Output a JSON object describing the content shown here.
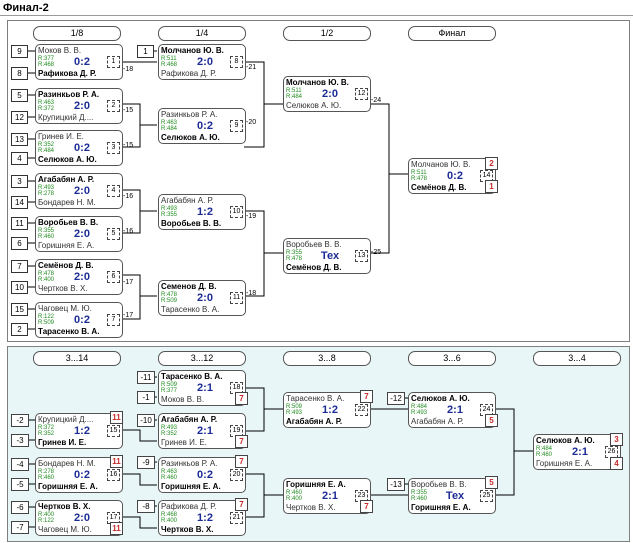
{
  "page_title": "Финал-2",
  "main_rounds": [
    "1/8",
    "1/4",
    "1/2",
    "Финал"
  ],
  "cons_rounds": [
    "3...14",
    "3...12",
    "3...8",
    "3...6",
    "3...4"
  ],
  "seeds": [
    "9",
    "8",
    "5",
    "12",
    "13",
    "4",
    "3",
    "14",
    "11",
    "6",
    "7",
    "10",
    "15",
    "2",
    "1"
  ],
  "m1": {
    "p1": "Моков В. В.",
    "r1": "R:377",
    "r2": "R:468",
    "score": "0:2",
    "p2": "Рафикова Д. Р.",
    "no": "1",
    "ref": "-18"
  },
  "m2": {
    "p1": "Разинкьов Р. А.",
    "r1": "R:463",
    "r2": "R:372",
    "score": "2:0",
    "p2": "Крупицкий Д....",
    "no": "2",
    "ref": "-15"
  },
  "m3": {
    "p1": "Гринев И. Е.",
    "r1": "R:352",
    "r2": "R:484",
    "score": "0:2",
    "p2": "Селюков А. Ю.",
    "no": "3",
    "ref": "-15"
  },
  "m4": {
    "p1": "Агабабян А. Р.",
    "r1": "R:493",
    "r2": "R:278",
    "score": "2:0",
    "p2": "Бондарев Н. М.",
    "no": "4",
    "ref": "-16"
  },
  "m5": {
    "p1": "Воробьев В. В.",
    "r1": "R:355",
    "r2": "R:460",
    "score": "2:0",
    "p2": "Горишняя Е. А.",
    "no": "5",
    "ref": "-16"
  },
  "m6": {
    "p1": "Семёнов Д. В.",
    "r1": "R:478",
    "r2": "R:400",
    "score": "2:0",
    "p2": "Чертков В. Х.",
    "no": "6",
    "ref": "-17"
  },
  "m7": {
    "p1": "Чаговец М. Ю.",
    "r1": "R:122",
    "r2": "R:509",
    "score": "0:2",
    "p2": "Тарасенко В. А.",
    "no": "7",
    "ref": "-17"
  },
  "q_seed": "1",
  "m8": {
    "p1": "Молчанов Ю. В.",
    "r1": "R:511",
    "r2": "R:468",
    "score": "2:0",
    "p2": "Рафикова Д. Р.",
    "no": "8",
    "ref": "-21"
  },
  "m9": {
    "p1": "Разинкьов Р. А.",
    "r1": "R:463",
    "r2": "R:484",
    "score": "0:2",
    "p2": "Селюков А. Ю.",
    "no": "9",
    "ref": "-20"
  },
  "m10": {
    "p1": "Агабабян А. Р.",
    "r1": "R:493",
    "r2": "R:355",
    "score": "1:2",
    "p2": "Воробьев В. В.",
    "no": "10",
    "ref": "-19"
  },
  "m11": {
    "p1": "Семенов Д. В.",
    "r1": "R:478",
    "r2": "R:509",
    "score": "2:0",
    "p2": "Тарасенко В. А.",
    "no": "11",
    "ref": "-18"
  },
  "m12": {
    "p1": "Молчанов Ю. В.",
    "r1": "R:511",
    "r2": "R:484",
    "score": "2:0",
    "p2": "Селюков А. Ю.",
    "no": "12",
    "ref": "-24"
  },
  "m13": {
    "p1": "Воробьев В. В.",
    "r1": "R:355",
    "r2": "R:478",
    "score": "Тех",
    "p2": "Семёнов Д. В.",
    "no": "13",
    "ref": "-25"
  },
  "m14": {
    "p1": "Молчанов Ю. В.",
    "r1": "R:511",
    "r2": "R:478",
    "score": "0:2",
    "p2": "Семёнов Д. В.",
    "no": "14",
    "place1": "2",
    "place2": "1"
  },
  "m15": {
    "s1": "-2",
    "s2": "-3",
    "p1": "Крупицкий Д....",
    "r1": "R:372",
    "r2": "R:352",
    "score": "1:2",
    "p2": "Гринев И. Е.",
    "no": "15",
    "place1": "11"
  },
  "m16": {
    "s1": "-4",
    "s2": "-5",
    "p1": "Бондарев Н. М.",
    "r1": "R:278",
    "r2": "R:460",
    "score": "0:2",
    "p2": "Горишняя Е. А.",
    "no": "16",
    "place1": "11"
  },
  "m17": {
    "s1": "-6",
    "s2": "-7",
    "p1": "Чертков В. Х.",
    "r1": "R:400",
    "r2": "R:122",
    "score": "2:0",
    "p2": "Чаговец М. Ю.",
    "no": "17",
    "place2": "11"
  },
  "m18": {
    "s1": "-11",
    "s2": "-1",
    "p1": "Тарасенко В. А.",
    "r1": "R:509",
    "r2": "R:377",
    "score": "2:1",
    "p2": "Моков В. В.",
    "no": "18",
    "place2": "7"
  },
  "m19": {
    "s1": "-10",
    "p1": "Агабабян А. Р.",
    "r1": "R:493",
    "r2": "R:352",
    "score": "2:1",
    "p2": "Гринев И. Е.",
    "no": "19",
    "place2": "7"
  },
  "m20": {
    "s1": "-9",
    "p1": "Разинкьов Р. А.",
    "r1": "R:463",
    "r2": "R:460",
    "score": "0:2",
    "p2": "Горишняя Е. А.",
    "no": "20",
    "place1": "7"
  },
  "m21": {
    "s1": "-8",
    "p1": "Рафикова Д. Р.",
    "r1": "R:468",
    "r2": "R:400",
    "score": "1:2",
    "p2": "Чертков В. Х.",
    "no": "21",
    "place1": "7"
  },
  "m22": {
    "p1": "Тарасенко В. А.",
    "r1": "R:509",
    "r2": "R:493",
    "score": "1:2",
    "p2": "Агабабян А. Р.",
    "no": "22",
    "place1": "7"
  },
  "m23": {
    "p1": "Горишняя Е. А.",
    "r1": "R:460",
    "r2": "R:400",
    "score": "2:1",
    "p2": "Чертков В. Х.",
    "no": "23",
    "place2": "7"
  },
  "m24": {
    "s1": "-12",
    "p1": "Селюков А. Ю.",
    "r1": "R:484",
    "r2": "R:493",
    "score": "2:1",
    "p2": "Агабабян А. Р.",
    "no": "24",
    "place2": "5"
  },
  "m25": {
    "s1": "-13",
    "p1": "Воробьев В. В.",
    "r1": "R:355",
    "r2": "R:460",
    "score": "Тех",
    "p2": "Горишняя Е. А.",
    "no": "25",
    "place1": "5"
  },
  "m26": {
    "p1": "Селюков А. Ю.",
    "r1": "R:484",
    "r2": "R:460",
    "score": "2:1",
    "p2": "Горишняя Е. А.",
    "no": "26",
    "place1": "3",
    "place2": "4"
  }
}
